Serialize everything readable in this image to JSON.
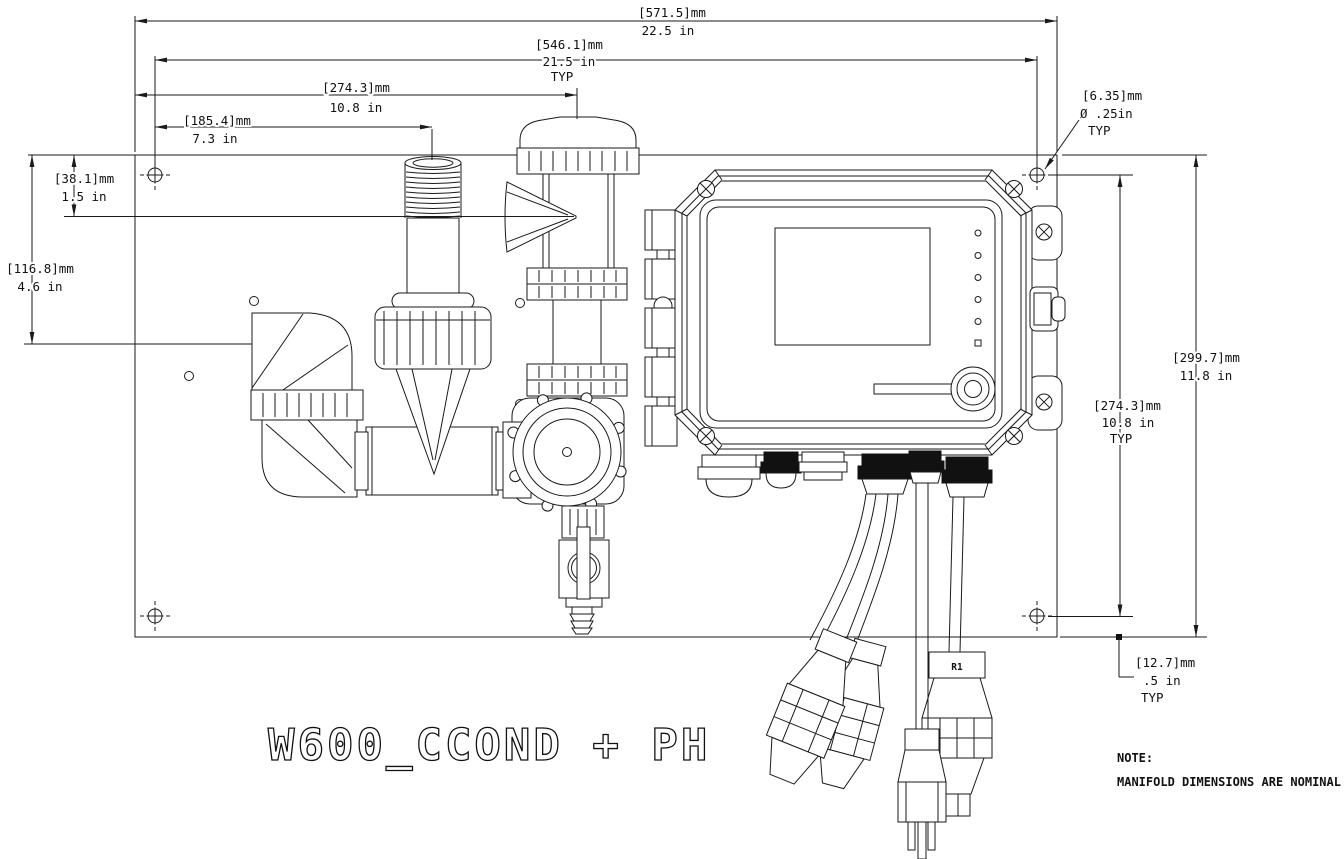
{
  "title": "W600_CCOND + PH",
  "note": {
    "label": "NOTE:",
    "text": "MANIFOLD DIMENSIONS ARE NOMINAL"
  },
  "labels": {
    "cable_tag": "R1"
  },
  "dims": {
    "overall_width": {
      "mm": "[571.5]mm",
      "in": "22.5 in"
    },
    "hole_span_h": {
      "mm": "[546.1]mm",
      "in": "21.5 in",
      "typ": "TYP"
    },
    "probe_offset": {
      "mm": "[274.3]mm",
      "in": "10.8 in"
    },
    "elbow_offset": {
      "mm": "[185.4]mm",
      "in": "7.3 in"
    },
    "port_drop": {
      "mm": "[38.1]mm",
      "in": "1.5 in"
    },
    "inlet_drop": {
      "mm": "[116.8]mm",
      "in": "4.6 in"
    },
    "hole_dia": {
      "mm": "[6.35]mm",
      "in": "Ø .25in",
      "typ": "TYP"
    },
    "overall_height": {
      "mm": "[299.7]mm",
      "in": "11.8 in"
    },
    "hole_span_v": {
      "mm": "[274.3]mm",
      "in": "10.8 in",
      "typ": "TYP"
    },
    "edge_offset": {
      "mm": "[12.7]mm",
      "in": ".5 in",
      "typ": "TYP"
    }
  },
  "colors": {
    "ink": "#1a1a1a",
    "paper": "#ffffff"
  }
}
